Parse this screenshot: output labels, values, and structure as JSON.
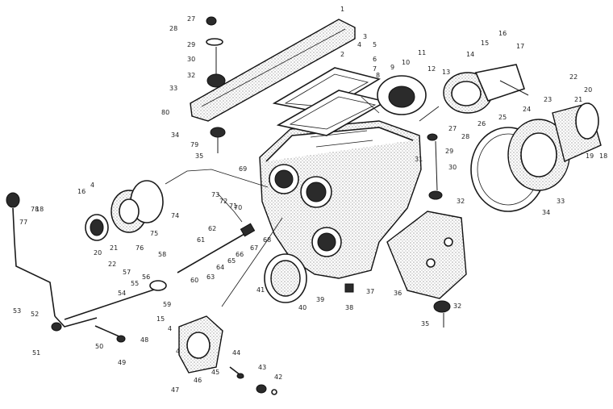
{
  "labels": {
    "l1": "1",
    "l2": "2",
    "l3": "3",
    "l4": "4",
    "l5": "5",
    "l6": "6",
    "l7": "7",
    "l8": "8",
    "l9": "9",
    "l10": "10",
    "l11": "11",
    "l12": "12",
    "l13": "13",
    "l14": "14",
    "l15": "15",
    "l16": "16",
    "l17": "17",
    "l18": "18",
    "l19": "19",
    "l20": "20",
    "l21": "21",
    "l22": "22",
    "l23": "23",
    "l24": "24",
    "l25": "25",
    "l26": "26",
    "l27": "27",
    "l28": "28",
    "l29": "29",
    "l30": "30",
    "l31": "31",
    "l32": "32",
    "l33": "33",
    "l34": "34",
    "l35": "35",
    "l36": "36",
    "l37": "37",
    "l38": "38",
    "l39": "39",
    "l40": "40",
    "l41": "41",
    "l42": "42",
    "l43": "43",
    "l44": "44",
    "l45": "45",
    "l46": "46",
    "l47": "47",
    "l48": "48",
    "l49": "49",
    "l50": "50",
    "l51": "51",
    "l52": "52",
    "l53": "53",
    "l54": "54",
    "l55": "55",
    "l56": "56",
    "l57": "57",
    "l58": "58",
    "l59": "59",
    "l60": "60",
    "l61": "61",
    "l62": "62",
    "l63": "63",
    "l64": "64",
    "l65": "65",
    "l66": "66",
    "l67": "67",
    "l68": "68",
    "l69": "69",
    "l70": "70",
    "l71": "71",
    "l72": "72",
    "l73": "73",
    "l74": "74",
    "l75": "75",
    "l76": "76",
    "l77": "77",
    "l78": "78",
    "l79": "79",
    "l80": "80"
  }
}
